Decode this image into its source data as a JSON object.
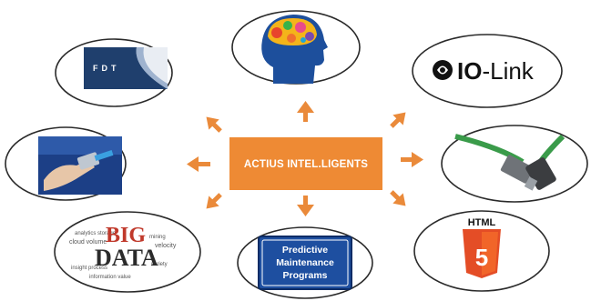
{
  "center": {
    "label": "ACTIUS INTEL.LIGENTS"
  },
  "nodes": {
    "fdt": {
      "label": "FDT"
    },
    "brain": {
      "label": ""
    },
    "iolink": {
      "brand": "IO",
      "suffix": "-Link"
    },
    "ethernet_hand": {
      "label": ""
    },
    "cable": {
      "label": ""
    },
    "bigdata": {
      "big": "BIG",
      "data": "DATA"
    },
    "predictive": {
      "line1": "Predictive",
      "line2": "Maintenance",
      "line3": "Programs"
    },
    "html5": {
      "title": "HTML",
      "number": "5"
    }
  },
  "colors": {
    "accent": "#ee8a34",
    "arrow": "#ea8a3a",
    "ellipse_stroke": "#2a2a2a"
  }
}
